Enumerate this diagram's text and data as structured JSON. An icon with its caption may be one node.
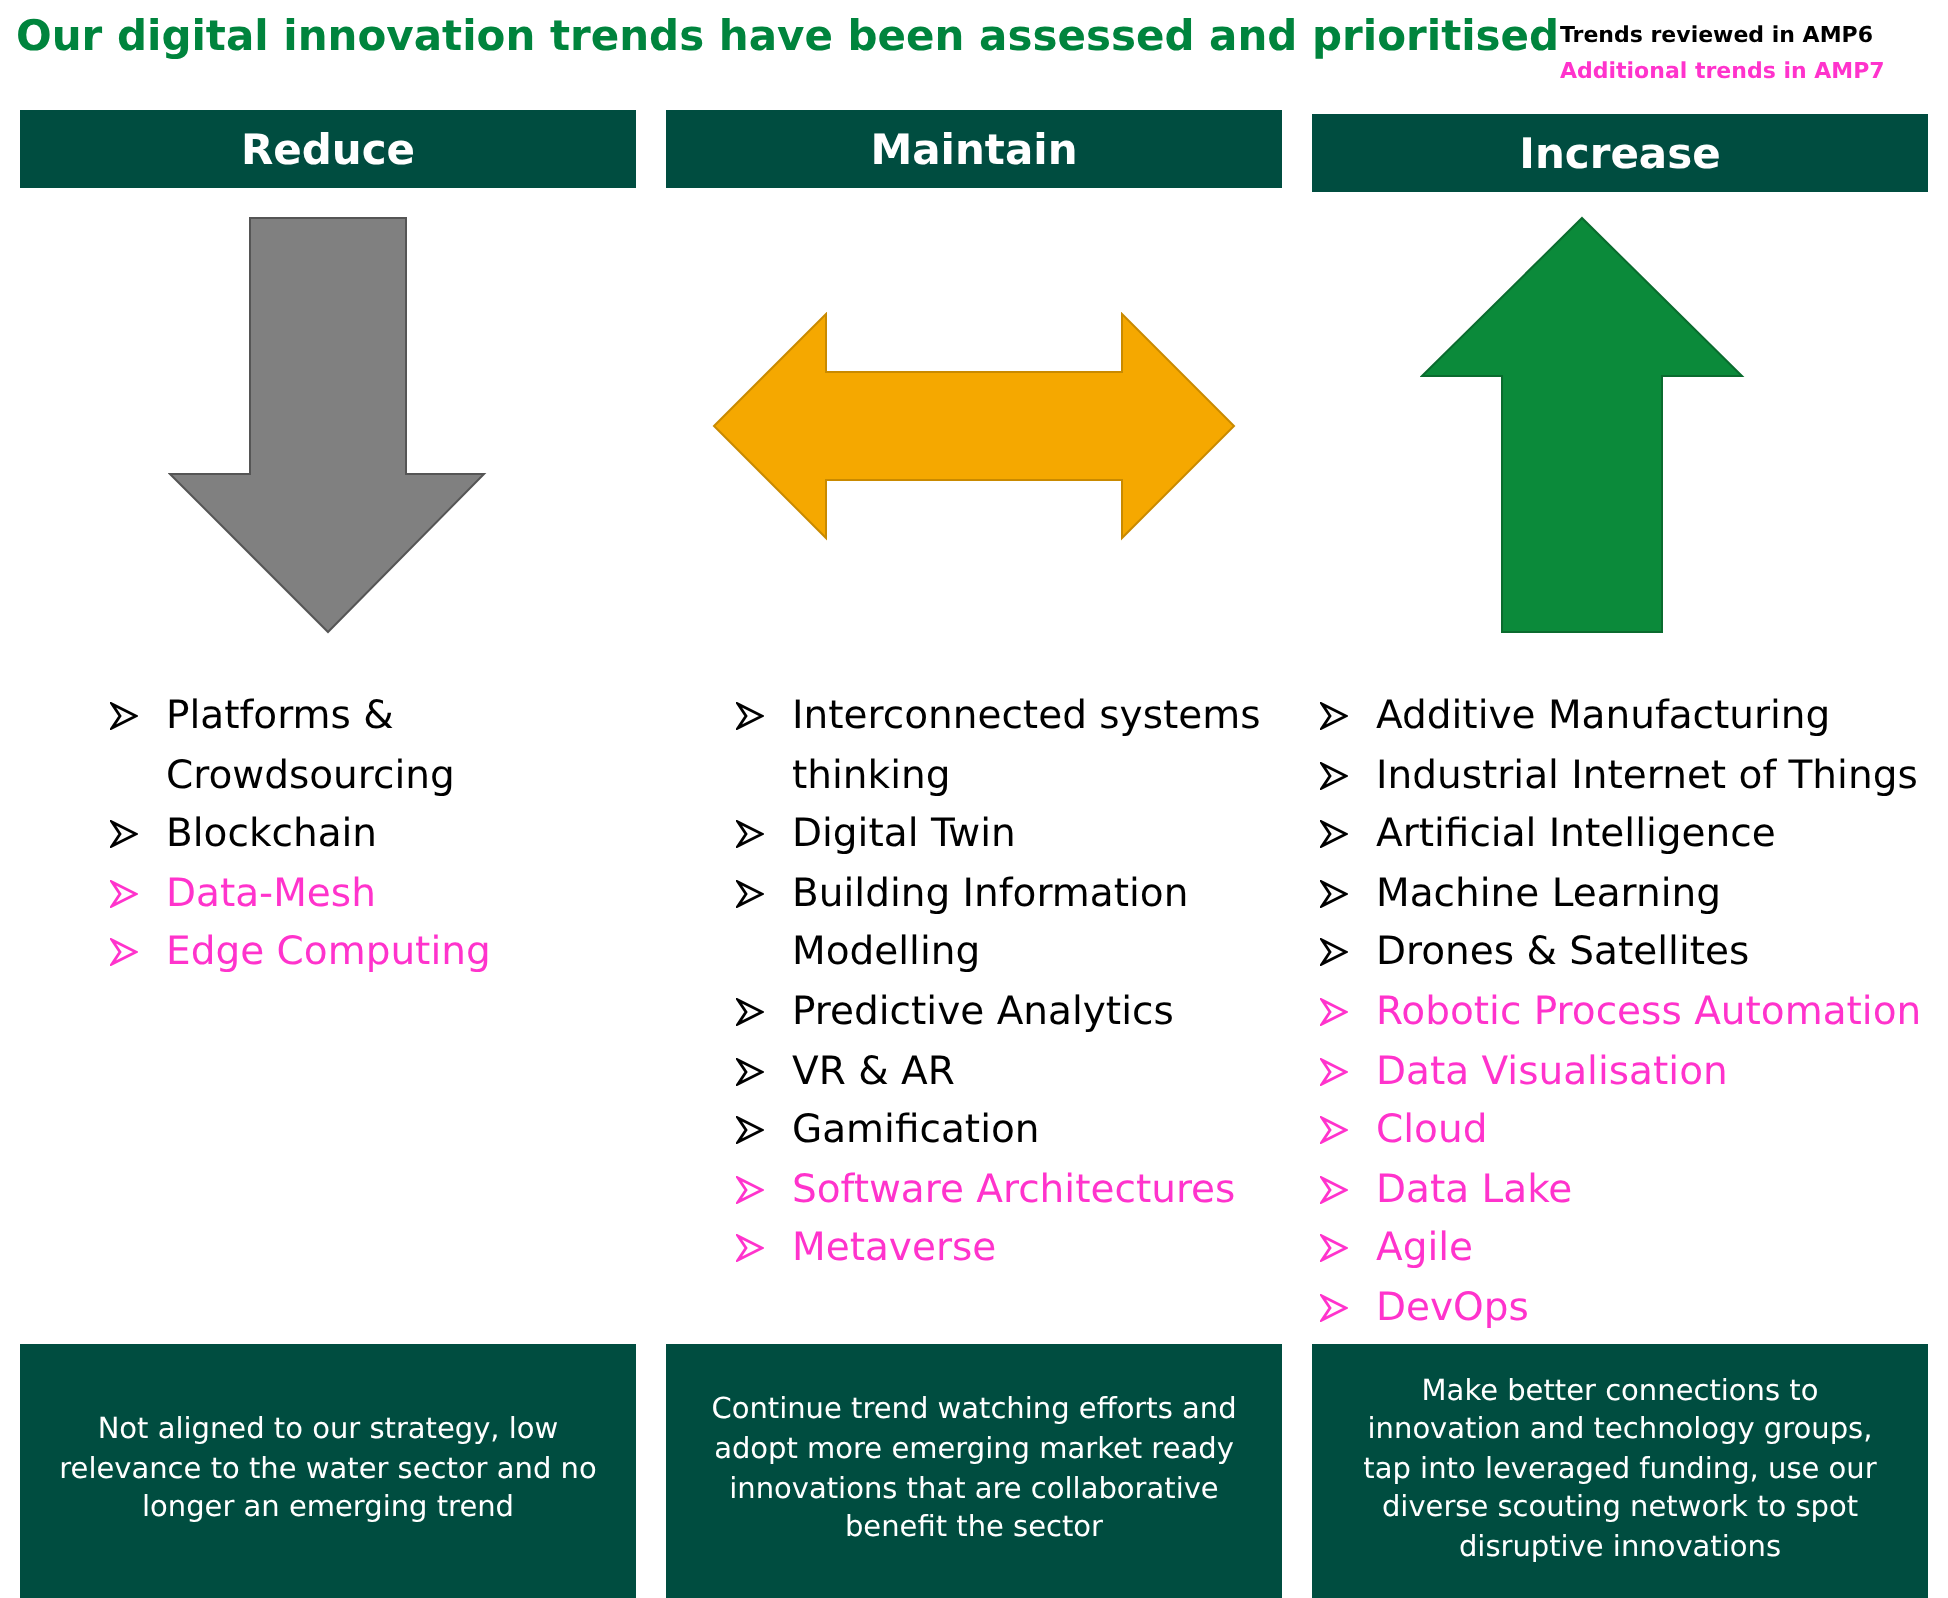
{
  "diagram": {
    "title": "Our digital innovation trends have been assessed and prioritised",
    "nodes": [
      {
        "text": [
          "Reduce"
        ]
      },
      {
        "text": [
          "Maintain"
        ]
      },
      {
        "text": [
          "Increase"
        ]
      },
      {
        "text": [
          "Not aligned to our strategy, low relevance to the water sector and no longer an emerging trend"
        ]
      },
      {
        "text": [
          "Continue trend watching efforts and adopt more emerging market ready innovations that are collaborative benefit the sector"
        ]
      },
      {
        "text": [
          "Make better connections to innovation and technology groups, tap into leveraged funding, use our diverse scouting network to spot disruptive innovations"
        ]
      }
    ],
    "edges": [],
    "labels": [
      "Platforms & Crowdsourcing",
      "Blockchain",
      "Data-Mesh",
      "Edge Computing",
      "Interconnected systems thinking",
      "Digital Twin",
      "Building Information Modelling",
      "Predictive Analytics",
      "VR & AR",
      "Gamification",
      "Software Architectures",
      "Metaverse",
      "Additive Manufacturing",
      "Industrial Internet of Things",
      "Artificial Intelligence",
      "Machine Learning",
      "Drones & Satellites",
      "Robotic Process Automation",
      "Data Visualisation",
      "Cloud",
      "Data Lake",
      "Agile",
      "DevOps"
    ],
    "legend": [
      {
        "text": "Trends reviewed in AMP6",
        "color": "#000000"
      },
      {
        "text": "Additional trends in AMP7",
        "color": "#ff33cc"
      }
    ]
  }
}
